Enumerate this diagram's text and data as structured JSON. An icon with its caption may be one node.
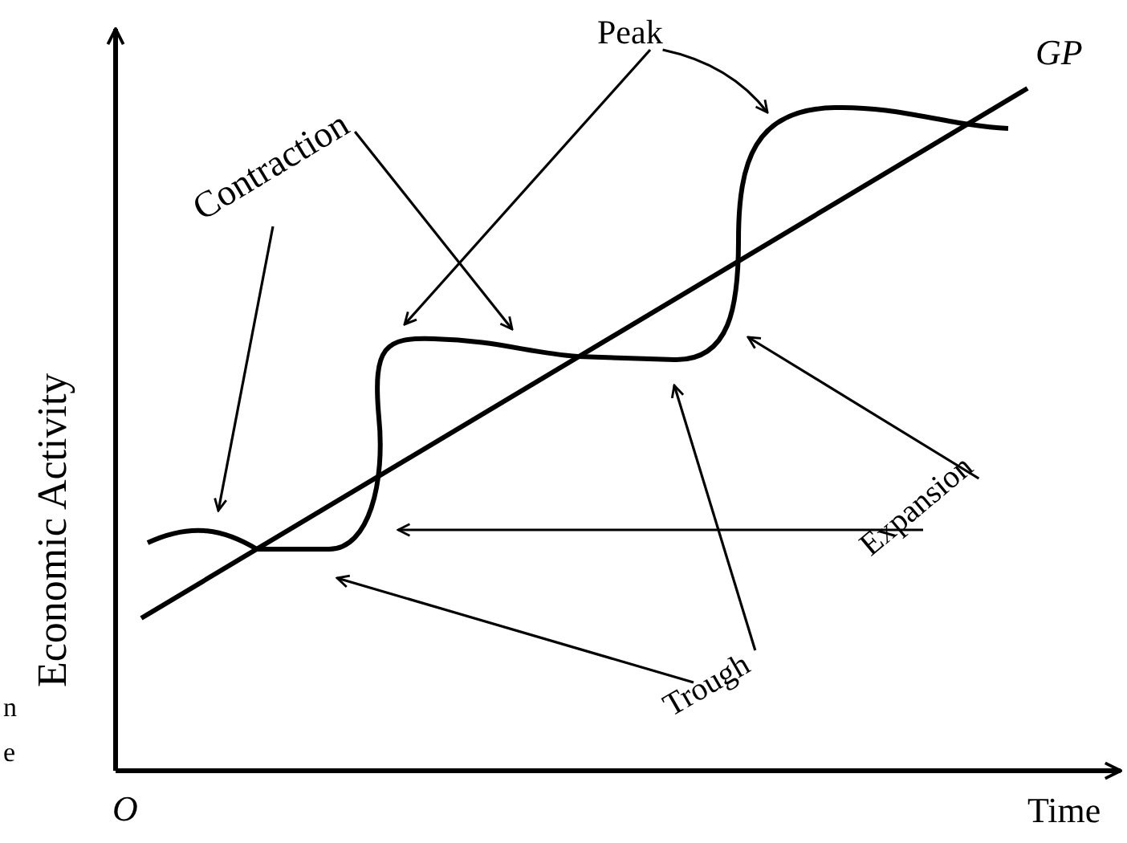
{
  "diagram": {
    "nodes": [
      {
        "text": [
          "Peak"
        ]
      },
      {
        "text": [
          "Contraction"
        ]
      },
      {
        "text": [
          "Expansion"
        ]
      },
      {
        "text": [
          "Trough"
        ]
      }
    ],
    "edges": [
      {
        "from": 0,
        "to": null,
        "arrow": "to"
      },
      {
        "from": 0,
        "to": null,
        "arrow": "to"
      },
      {
        "from": 1,
        "to": null,
        "arrow": "to"
      },
      {
        "from": 1,
        "to": null,
        "arrow": "to"
      },
      {
        "from": 2,
        "to": null,
        "arrow": "to"
      },
      {
        "from": 2,
        "to": null,
        "arrow": "to"
      },
      {
        "from": 3,
        "to": null,
        "arrow": "to"
      },
      {
        "from": 3,
        "to": null,
        "arrow": "to"
      }
    ],
    "labels": [
      "GP",
      "Economic Activity",
      "n",
      "e",
      "O",
      "Time"
    ]
  }
}
